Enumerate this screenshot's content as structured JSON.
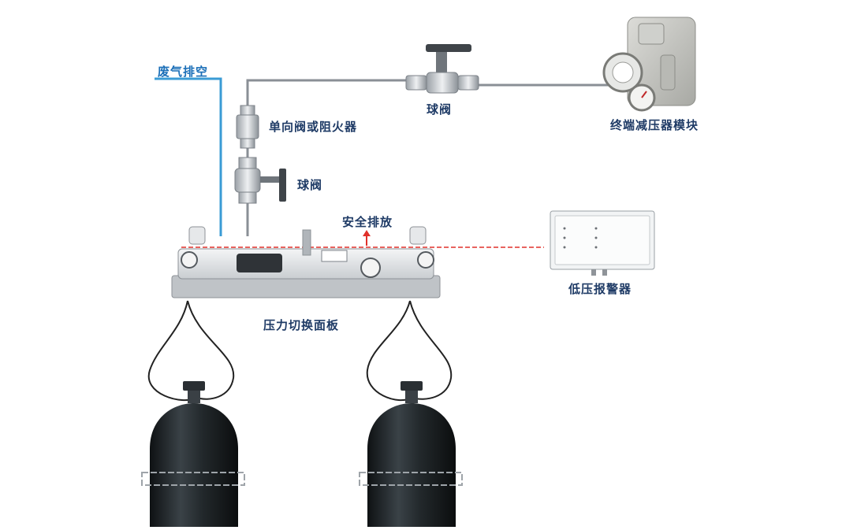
{
  "labels": {
    "exhaust_vent": "废气排空",
    "ball_valve_top": "球阀",
    "terminal_regulator": "终端减压器模块",
    "check_valve_flame_arrestor": "单向阀或阻火器",
    "ball_valve_side": "球阀",
    "safety_relief": "安全排放",
    "low_pressure_alarm": "低压报警器",
    "switchover_panel": "压力切换面板"
  },
  "colors": {
    "exhaust_line": "#3a9bd5",
    "gas_line": "#8a8f96",
    "safety_line": "#e0302a",
    "cylinder": "#1e2326",
    "label_text": "#1f3b66"
  }
}
